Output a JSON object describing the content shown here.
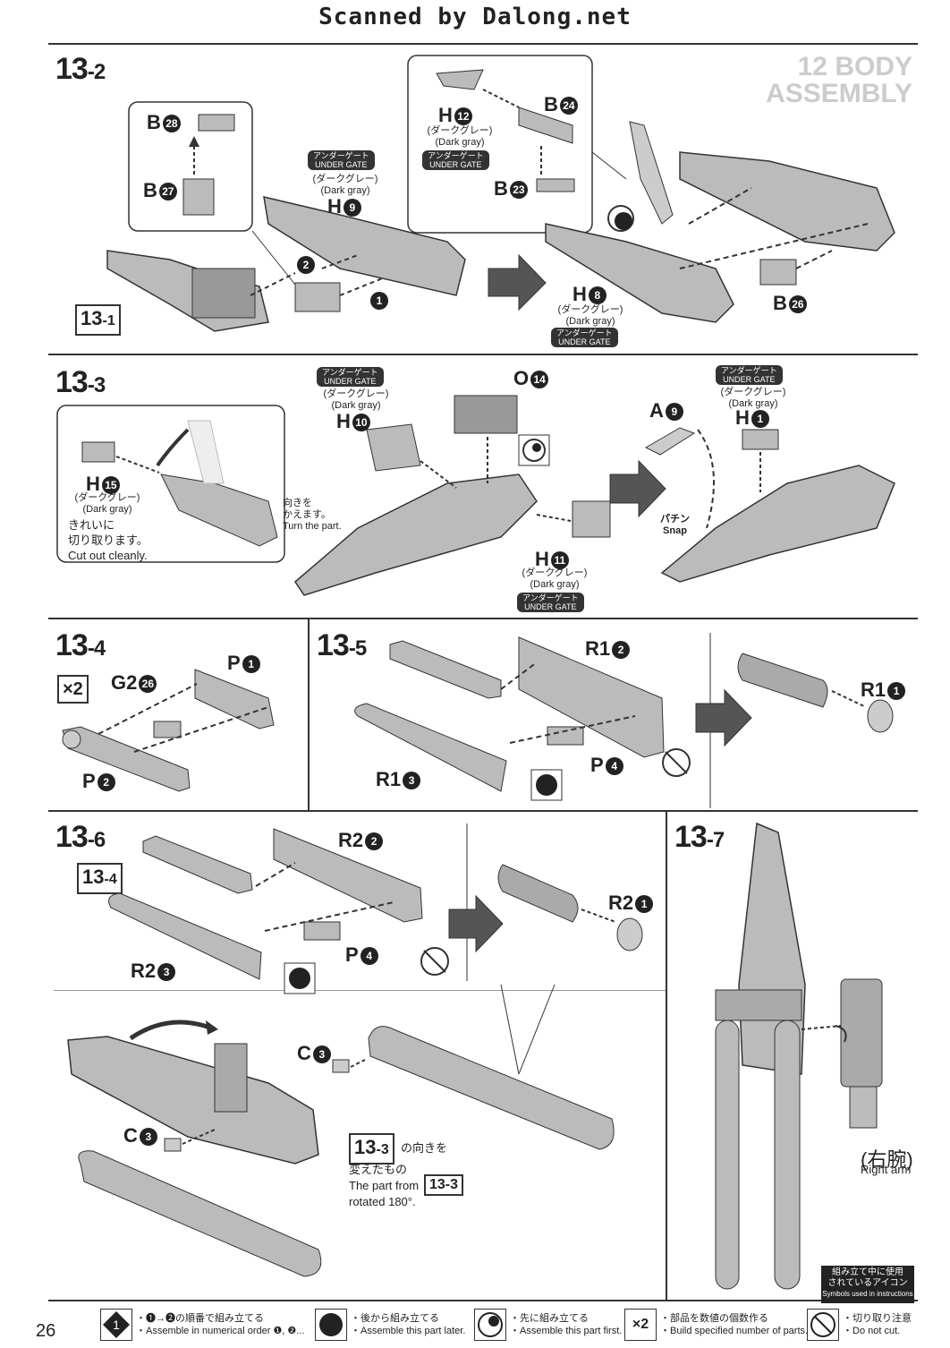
{
  "watermark": "Scanned by Dalong.net",
  "header": {
    "title_line1": "12 BODY",
    "title_line2": "ASSEMBLY"
  },
  "step_13_2": {
    "step": "13",
    "sub": "-2",
    "ref_13_1": {
      "step": "13",
      "sub": "-1"
    },
    "b28": "B",
    "b28_n": "28",
    "b27": "B",
    "b27_n": "27",
    "h9": "H",
    "h9_n": "9",
    "h9_gate_jp": "アンダーゲート",
    "h9_gate_en": "UNDER GATE",
    "h9_color_jp": "(ダークグレー)",
    "h9_color_en": "(Dark gray)",
    "h12": "H",
    "h12_n": "12",
    "h12_color_jp": "(ダークグレー)",
    "h12_color_en": "(Dark gray)",
    "h12_gate_jp": "アンダーゲート",
    "h12_gate_en": "UNDER GATE",
    "b24": "B",
    "b24_n": "24",
    "b23": "B",
    "b23_n": "23",
    "h8": "H",
    "h8_n": "8",
    "h8_color_jp": "(ダークグレー)",
    "h8_color_en": "(Dark gray)",
    "h8_gate_jp": "アンダーゲート",
    "h8_gate_en": "UNDER GATE",
    "b26": "B",
    "b26_n": "26",
    "order_1": "1",
    "order_2": "2"
  },
  "step_13_3": {
    "step": "13",
    "sub": "-3",
    "h15": "H",
    "h15_n": "15",
    "h15_color_jp": "(ダークグレー)",
    "h15_color_en": "(Dark gray)",
    "cut_jp1": "きれいに",
    "cut_jp2": "切り取ります。",
    "cut_en": "Cut out cleanly.",
    "turn_jp1": "向きを",
    "turn_jp2": "かえます。",
    "turn_en": "Turn the part.",
    "h10": "H",
    "h10_n": "10",
    "h10_gate_jp": "アンダーゲート",
    "h10_gate_en": "UNDER GATE",
    "h10_color_jp": "(ダークグレー)",
    "h10_color_en": "(Dark gray)",
    "o14": "O",
    "o14_n": "14",
    "h11": "H",
    "h11_n": "11",
    "h11_color_jp": "(ダークグレー)",
    "h11_color_en": "(Dark gray)",
    "h11_gate_jp": "アンダーゲート",
    "h11_gate_en": "UNDER GATE",
    "a9": "A",
    "a9_n": "9",
    "h1": "H",
    "h1_n": "1",
    "h1_gate_jp": "アンダーゲート",
    "h1_gate_en": "UNDER GATE",
    "h1_color_jp": "(ダークグレー)",
    "h1_color_en": "(Dark gray)",
    "snap_jp": "パチン",
    "snap_en": "Snap"
  },
  "step_13_4": {
    "step": "13",
    "sub": "-4",
    "times": "×2",
    "g2": "G2",
    "g2_n": "26",
    "p1": "P",
    "p1_n": "1",
    "p2": "P",
    "p2_n": "2"
  },
  "step_13_5": {
    "step": "13",
    "sub": "-5",
    "r12": "R1",
    "r12_n": "2",
    "r13": "R1",
    "r13_n": "3",
    "p4": "P",
    "p4_n": "4",
    "r11": "R1",
    "r11_n": "1"
  },
  "step_13_6": {
    "step": "13",
    "sub": "-6",
    "ref": {
      "step": "13",
      "sub": "-4"
    },
    "r22": "R2",
    "r22_n": "2",
    "r23": "R2",
    "r23_n": "3",
    "p4": "P",
    "p4_n": "4",
    "r21": "R2",
    "r21_n": "1",
    "c3a": "C",
    "c3a_n": "3",
    "c3b": "C",
    "c3b_n": "3",
    "ref133": {
      "step": "13",
      "sub": "-3"
    },
    "rot_jp1": "の向きを",
    "rot_jp2": "変えたもの",
    "rot_en1": "The part from",
    "rot_en2": "rotated 180°."
  },
  "step_13_7": {
    "step": "13",
    "sub": "-7",
    "right_arm_jp": "(右腕)",
    "right_arm_en": "Right arm"
  },
  "legend": {
    "title_jp1": "組み立て中に使用",
    "title_jp2": "されているアイコン",
    "title_en": "Symbols used in instructions",
    "items": [
      {
        "icon": "1",
        "jp": "・❶→❷の順番で組み立てる",
        "en": "・Assemble in numerical order ❶, ❷..."
      },
      {
        "icon": "later",
        "jp": "・後から組み立てる",
        "en": "・Assemble this part later."
      },
      {
        "icon": "first",
        "jp": "・先に組み立てる",
        "en": "・Assemble this part first."
      },
      {
        "icon": "×2",
        "jp": "・部品を数値の個数作る",
        "en": "・Build specified number of parts."
      },
      {
        "icon": "cut",
        "jp": "・切り取り注意",
        "en": "・Do not cut."
      }
    ]
  },
  "page_number": "26"
}
